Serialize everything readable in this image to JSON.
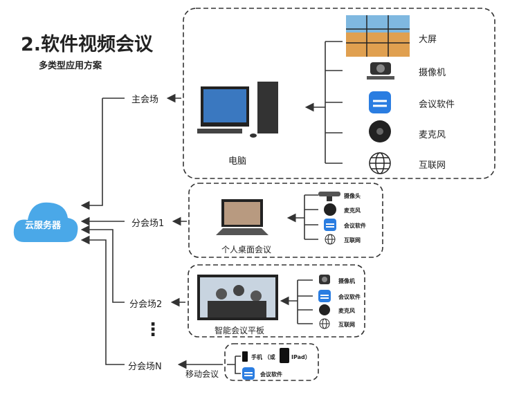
{
  "title": "2.软件视频会议",
  "subtitle": "多类型应用方案",
  "cloud": "云服务器",
  "ellipsis": "⋮",
  "main": {
    "label": "主会场",
    "device": "电脑",
    "items": [
      "大屏",
      "摄像机",
      "会议软件",
      "麦克风",
      "互联网"
    ]
  },
  "branch1": {
    "label": "分会场1",
    "device": "个人桌面会议",
    "items": [
      "摄像头",
      "麦克风",
      "会议软件",
      "互联网"
    ]
  },
  "branch2": {
    "label": "分会场2",
    "device": "智能会议平板",
    "items": [
      "摄像机",
      "会议软件",
      "麦克风",
      "互联网"
    ]
  },
  "branchN": {
    "label": "分会场N",
    "device": "移动会议",
    "phone": "手机 （或",
    "ipad": "IPad）",
    "software": "会议软件"
  },
  "colors": {
    "cloud": "#4aa8e8",
    "line": "#333333",
    "app": "#2a7de1"
  }
}
